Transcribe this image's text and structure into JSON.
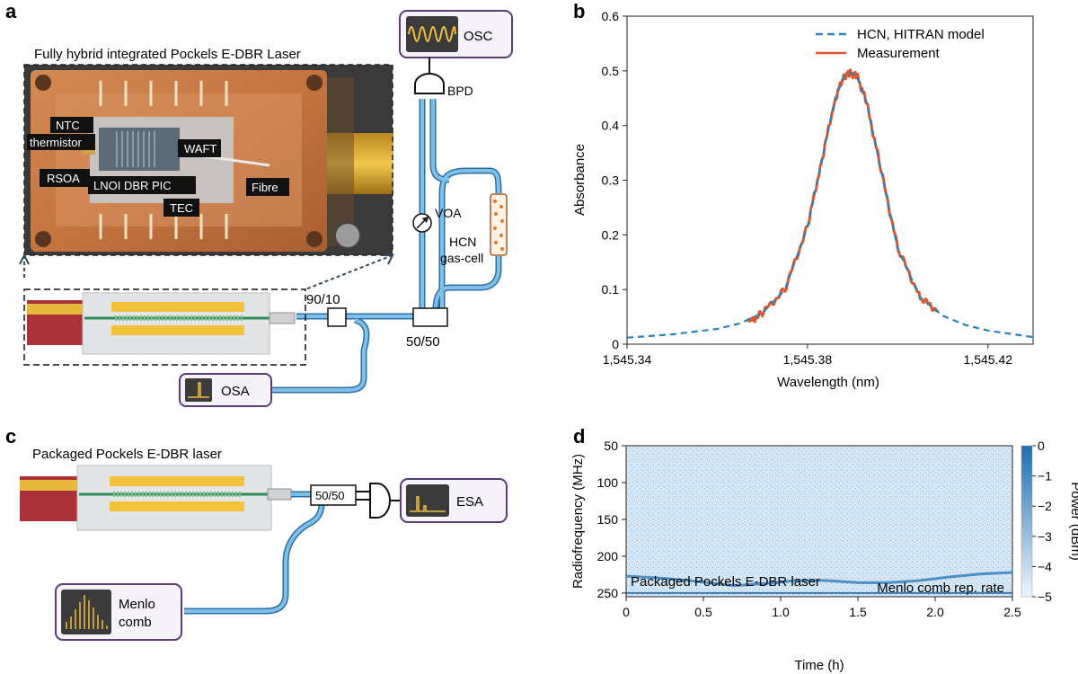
{
  "panel_labels": {
    "a": "a",
    "b": "b",
    "c": "c",
    "d": "d"
  },
  "panel_a": {
    "photo_title": "Fully hybrid integrated Pockels E-DBR Laser",
    "photo_labels": {
      "ntc": "NTC",
      "thermistor": "thermistor",
      "waft": "WAFT",
      "rsoa": "RSOA",
      "lnoi": "LNOI DBR PIC",
      "fibre": "Fibre",
      "tec": "TEC"
    },
    "osc": "OSC",
    "bpd": "BPD",
    "voa": "VOA",
    "hcn_line1": "HCN",
    "hcn_line2": "gas-cell",
    "splitter_90_10": "90/10",
    "splitter_50_50": "50/50",
    "osa": "OSA"
  },
  "panel_c": {
    "title": "Packaged Pockels E-DBR laser",
    "splitter": "50/50",
    "esa": "ESA",
    "menlo_line1": "Menlo",
    "menlo_line2": "comb"
  },
  "colors": {
    "fibre_blue": "#5b9fd0",
    "fibre_dark": "#2f6f9f",
    "measurement_orange": "#e0552a",
    "model_blue": "#2b83ba",
    "copper": "#c97a45",
    "gold": "#e8b83c",
    "device_purple": "#5a3c78"
  },
  "chart_data": [
    {
      "panel": "b",
      "type": "line",
      "xlabel": "Wavelength (nm)",
      "ylabel": "Absorbance",
      "xlim": [
        1545.34,
        1545.43
      ],
      "ylim": [
        0,
        0.6
      ],
      "xticks": [
        1545.34,
        1545.38,
        1545.42
      ],
      "xtick_labels": [
        "1,545.34",
        "1,545.38",
        "1,545.42"
      ],
      "yticks": [
        0,
        0.1,
        0.2,
        0.3,
        0.4,
        0.5,
        0.6
      ],
      "ytick_labels": [
        "0",
        "0.1",
        "0.2",
        "0.3",
        "0.4",
        "0.5",
        "0.6"
      ],
      "legend_position": "top-right",
      "series": [
        {
          "name": "HCN, HITRAN model",
          "style": "dashed",
          "color": "#2b83ba",
          "x": [
            1545.34,
            1545.35,
            1545.36,
            1545.365,
            1545.37,
            1545.375,
            1545.38,
            1545.383,
            1545.386,
            1545.388,
            1545.3895,
            1545.391,
            1545.393,
            1545.396,
            1545.4,
            1545.405,
            1545.41,
            1545.415,
            1545.42,
            1545.43
          ],
          "y": [
            0.012,
            0.018,
            0.028,
            0.038,
            0.057,
            0.1,
            0.215,
            0.33,
            0.445,
            0.49,
            0.497,
            0.49,
            0.445,
            0.33,
            0.175,
            0.085,
            0.052,
            0.035,
            0.025,
            0.013
          ]
        },
        {
          "name": "Measurement",
          "style": "solid",
          "color": "#e0552a",
          "x": [
            1545.367,
            1545.37,
            1545.375,
            1545.38,
            1545.383,
            1545.386,
            1545.388,
            1545.3895,
            1545.391,
            1545.393,
            1545.396,
            1545.4,
            1545.405,
            1545.409
          ],
          "y": [
            0.04,
            0.057,
            0.1,
            0.215,
            0.33,
            0.445,
            0.49,
            0.495,
            0.49,
            0.445,
            0.33,
            0.175,
            0.085,
            0.06
          ]
        }
      ]
    },
    {
      "panel": "d",
      "type": "heatmap",
      "xlabel": "Time (h)",
      "ylabel": "Radiofrequency (MHz)",
      "xlim": [
        0,
        2.5
      ],
      "ylim": [
        255,
        50
      ],
      "xticks": [
        0,
        0.5,
        1.0,
        1.5,
        2.0,
        2.5
      ],
      "xtick_labels": [
        "0",
        "0.5",
        "1.0",
        "1.5",
        "2.0",
        "2.5"
      ],
      "yticks": [
        50,
        100,
        150,
        200,
        250
      ],
      "ytick_labels": [
        "50",
        "100",
        "150",
        "200",
        "250"
      ],
      "colorbar": {
        "label": "Power (dBm)",
        "range": [
          -5,
          0
        ],
        "ticks": [
          0,
          -1,
          -2,
          -3,
          -4,
          -5
        ],
        "tick_labels": [
          "0",
          "−1",
          "−2",
          "−3",
          "−4",
          "−5"
        ]
      },
      "traces": [
        {
          "label": "Packaged Pockels E-DBR laser",
          "time_h": [
            0,
            0.25,
            0.5,
            0.7,
            0.9,
            1.1,
            1.3,
            1.5,
            1.7,
            1.9,
            2.1,
            2.3,
            2.5
          ],
          "freq_mhz": [
            227,
            230,
            235,
            240,
            237,
            233,
            233,
            236,
            236,
            233,
            228,
            224,
            222
          ]
        },
        {
          "label": "Menlo comb rep. rate",
          "time_h": [
            0,
            2.5
          ],
          "freq_mhz": [
            250,
            250
          ]
        }
      ]
    }
  ]
}
